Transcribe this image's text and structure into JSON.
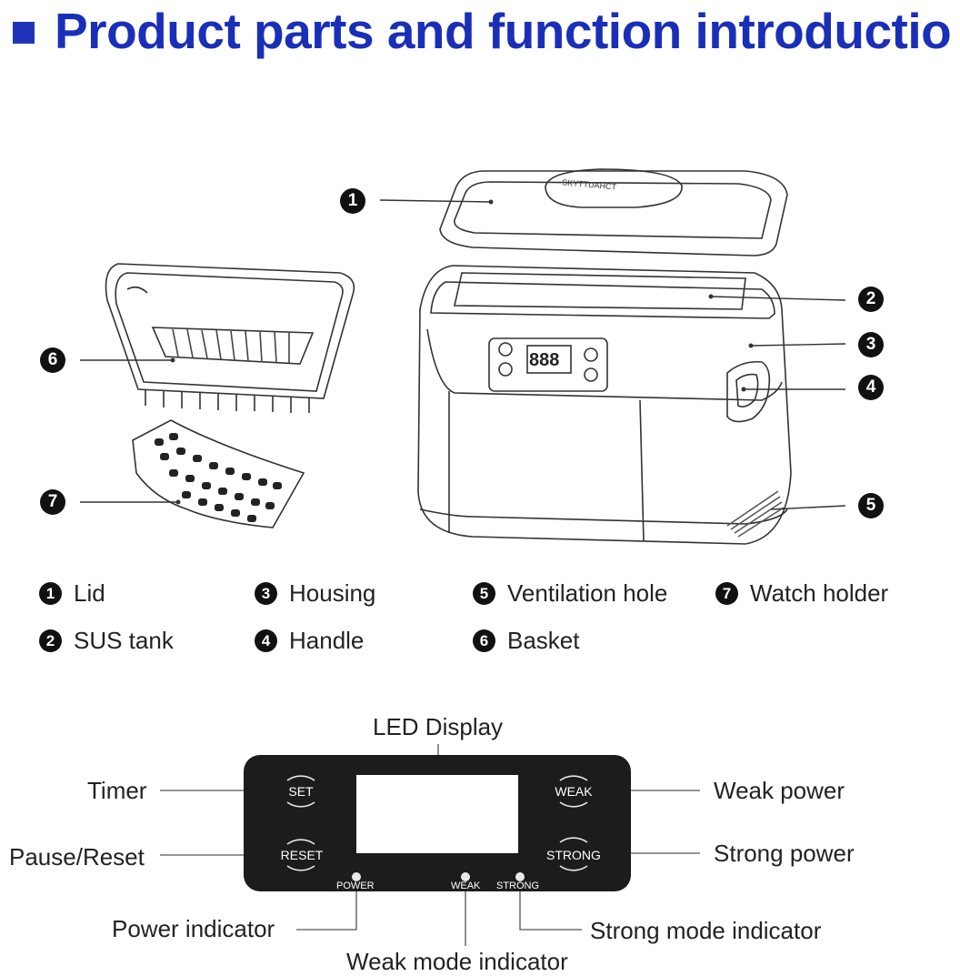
{
  "title": "Product parts and function introductio",
  "colors": {
    "title": "#1a2fb8",
    "title_square": "#2233bb",
    "panel": "#1c1c1c"
  },
  "callouts": [
    "1",
    "2",
    "3",
    "4",
    "5",
    "6",
    "7"
  ],
  "legend": [
    {
      "num": "1",
      "label": "Lid"
    },
    {
      "num": "2",
      "label": "SUS tank"
    },
    {
      "num": "3",
      "label": "Housing"
    },
    {
      "num": "4",
      "label": "Handle"
    },
    {
      "num": "5",
      "label": "Ventilation hole"
    },
    {
      "num": "6",
      "label": "Basket"
    },
    {
      "num": "7",
      "label": "Watch holder"
    }
  ],
  "control_panel": {
    "buttons": {
      "set": "SET",
      "reset": "RESET",
      "weak": "WEAK",
      "strong": "STRONG"
    },
    "indicators": {
      "power": "POWER",
      "weak": "WEAK",
      "strong": "STRONG"
    },
    "labels": {
      "led_display": "LED Display",
      "timer": "Timer",
      "pause_reset": "Pause/Reset",
      "weak_power": "Weak power",
      "strong_power": "Strong power",
      "power_indicator": "Power indicator",
      "weak_mode_indicator": "Weak mode indicator",
      "strong_mode_indicator": "Strong mode indicator"
    }
  }
}
